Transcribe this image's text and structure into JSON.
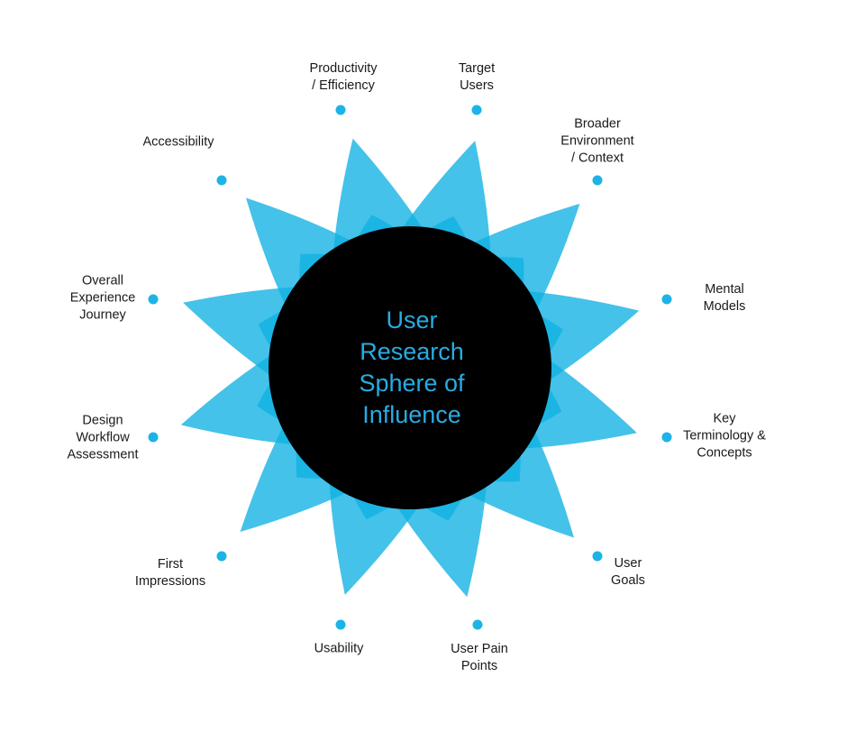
{
  "center": {
    "title": "User\nResearch\nSphere of\nInfluence"
  },
  "colors": {
    "petal": "#10b1e3",
    "core": "#000000",
    "accent_text": "#29abe2",
    "dot": "#1cb4e6"
  },
  "factors": [
    {
      "id": "target-users",
      "label": "Target\nUsers"
    },
    {
      "id": "broader-environment",
      "label": "Broader\nEnvironment\n/ Context"
    },
    {
      "id": "mental-models",
      "label": "Mental\nModels"
    },
    {
      "id": "key-terminology",
      "label": "Key\nTerminology &\nConcepts"
    },
    {
      "id": "user-goals",
      "label": "User\nGoals"
    },
    {
      "id": "user-pain-points",
      "label": "User Pain\nPoints"
    },
    {
      "id": "usability",
      "label": "Usability"
    },
    {
      "id": "first-impressions",
      "label": "First\nImpressions"
    },
    {
      "id": "design-workflow",
      "label": "Design\nWorkflow\nAssessment"
    },
    {
      "id": "overall-experience",
      "label": "Overall\nExperience\nJourney"
    },
    {
      "id": "accessibility",
      "label": "Accessibility"
    },
    {
      "id": "productivity",
      "label": "Productivity\n/ Efficiency"
    }
  ]
}
